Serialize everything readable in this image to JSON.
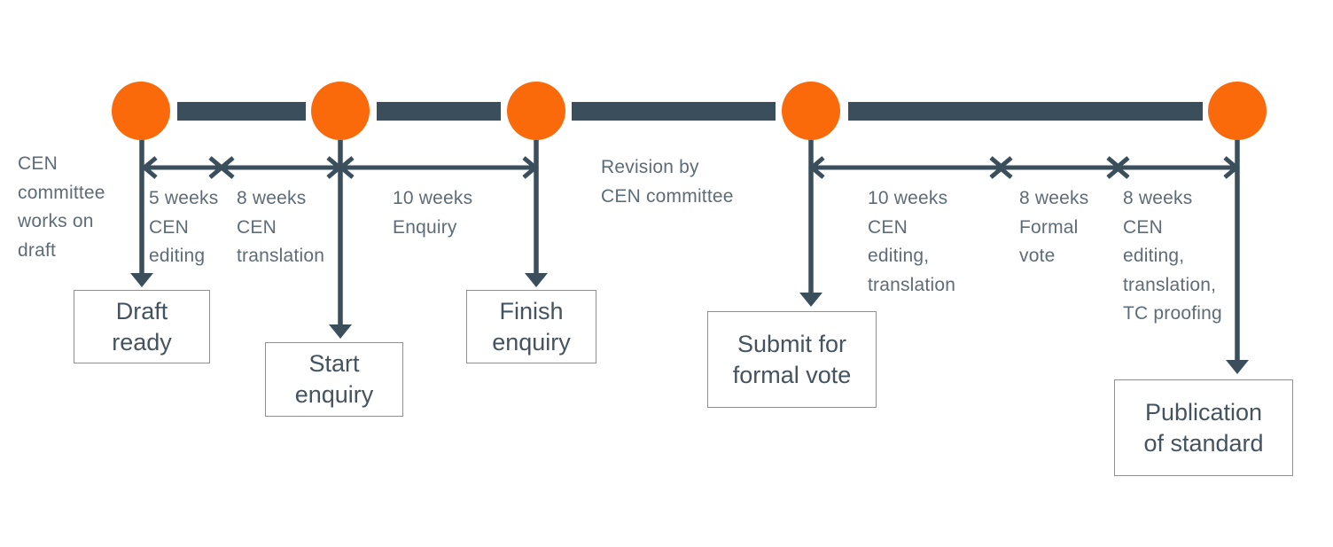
{
  "title": "CEN standardisation process timeline",
  "colors": {
    "accent_orange": "#fa6a0a",
    "slate_dark": "#3b4e5c",
    "annotation_text": "#5d6c77",
    "box_text": "#44535f",
    "box_border": "#8f8f8f",
    "background": "#ffffff"
  },
  "notes": {
    "left": "CEN\ncommittee\nworks on\ndraft",
    "revision": "Revision by\nCEN committee"
  },
  "durations": [
    {
      "label": "5 weeks\nCEN\nediting"
    },
    {
      "label": "8 weeks\nCEN\ntranslation"
    },
    {
      "label": "10 weeks\nEnquiry"
    },
    {
      "label": "10 weeks\nCEN\nediting,\ntranslation"
    },
    {
      "label": "8 weeks\nFormal\nvote"
    },
    {
      "label": "8 weeks\nCEN\nediting,\ntranslation,\nTC proofing"
    }
  ],
  "milestones": [
    {
      "label": "Draft\nready"
    },
    {
      "label": "Start\nenquiry"
    },
    {
      "label": "Finish\nenquiry"
    },
    {
      "label": "Submit for\nformal vote"
    },
    {
      "label": "Publication\nof standard"
    }
  ]
}
